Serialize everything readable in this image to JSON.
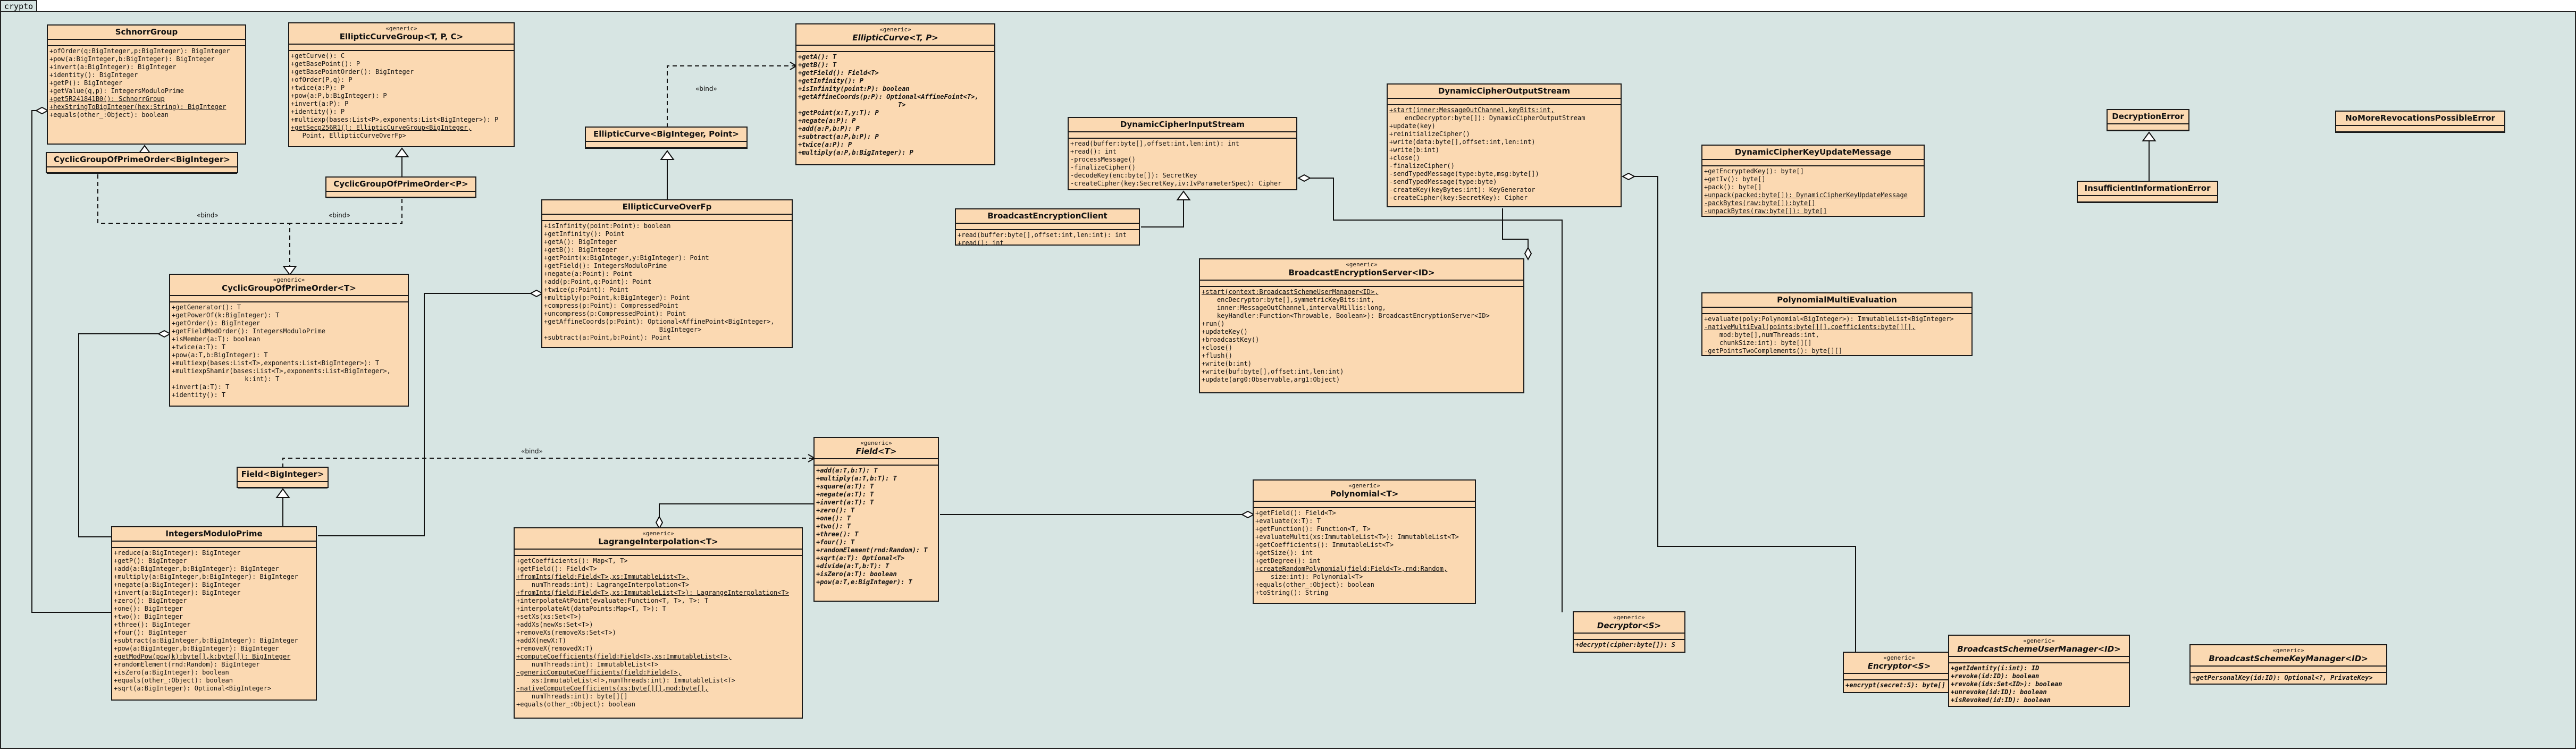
{
  "package": {
    "label": "crypto"
  },
  "edge_label": "«bind»",
  "classes": {
    "schnorr": {
      "stereo": "",
      "name": "SchnorrGroup",
      "attrs": [],
      "ops": [
        "+ofOrder(q:BigInteger,p:BigInteger): BigInteger",
        "+pow(a:BigInteger,b:BigInteger): BigInteger",
        "+invert(a:BigInteger): BigInteger",
        "+identity(): BigInteger",
        "+getP(): BigInteger",
        "+getValue(q,p): IntegersModuloPrime",
        "+get5R241841B0(): SchnorrGroup",
        "+hexStringToBigInteger(hex:String): BigInteger",
        "+equals(other_:Object): boolean"
      ]
    },
    "cgopo_big": {
      "stereo": "",
      "name": "CyclicGroupOfPrimeOrder<BigInteger>",
      "attrs": [],
      "ops": []
    },
    "ecgroup": {
      "stereo": "«generic»",
      "name": "EllipticCurveGroup<T, P, C>",
      "attrs": [],
      "ops": [
        "+getCurve(): C",
        "+getBasePoint(): P",
        "+getBasePointOrder(): BigInteger",
        "+ofOrder(P,q): P",
        "+twice(a:P): P",
        "+pow(a:P,b:BigInteger): P",
        "+invert(a:P): P",
        "+identity(): P",
        "+multiexp(bases:List<P>,exponents:List<BigInteger>): P",
        "+getSecp256R1(): EllipticCurveGroup<BigInteger,",
        "   Point, EllipticCurveOverFp>"
      ]
    },
    "cgopo_p": {
      "stereo": "",
      "name": "CyclicGroupOfPrimeOrder<P>",
      "attrs": [],
      "ops": []
    },
    "ec_abs": {
      "stereo": "«generic»",
      "name": "EllipticCurve<T, P>",
      "attrs": [],
      "ops": [
        "+getA(): T",
        "+getB(): T",
        "+getField(): Field<T>",
        "+getInfinity(): P",
        "+isInfinity(point:P): boolean",
        "+getAffineCoords(p:P): Optional<AffineFoint<T>,",
        "                          T>",
        "+getPoint(x:T,y:T): P",
        "+negate(a:P): P",
        "+add(a:P,b:P): P",
        "+subtract(a:P,b:P): P",
        "+twice(a:P): P",
        "+multiply(a:P,b:BigInteger): P"
      ]
    },
    "ec_bp": {
      "stereo": "",
      "name": "EllipticCurve<BigInteger, Point>",
      "attrs": [],
      "ops": []
    },
    "ecfp": {
      "stereo": "",
      "name": "EllipticCurveOverFp",
      "attrs": [],
      "ops": [
        "+isInfinity(point:Point): boolean",
        "+getInfinity(): Point",
        "+getA(): BigInteger",
        "+getB(): BigInteger",
        "+getPoint(x:BigInteger,y:BigInteger): Point",
        "+getField(): IntegersModuloPrime",
        "+negate(a:Point): Point",
        "+add(p:Point,q:Point): Point",
        "+twice(p:Point): Point",
        "+multiply(p:Point,k:BigInteger): Point",
        "+compress(p:Point): CompressedPoint",
        "+uncompress(p:CompressedPoint): Point",
        "+getAffineCoords(p:Point): Optional<AffinePoint<BigInteger>,",
        "                              BigInteger>",
        "+subtract(a:Point,b:Point): Point"
      ]
    },
    "cgopo_t": {
      "stereo": "«generic»",
      "name": "CyclicGroupOfPrimeOrder<T>",
      "attrs": [],
      "ops": [
        "+getGenerator(): T",
        "+getPowerOf(k:BigInteger): T",
        "+getOrder(): BigInteger",
        "+getFieldModOrder(): IntegersModuloPrime",
        "+isMember(a:T): boolean",
        "+twice(a:T): T",
        "+pow(a:T,b:BigInteger): T",
        "+multiexp(bases:List<T>,exponents:List<BigInteger>): T",
        "+multiexpShamir(bases:List<T>,exponents:List<BigInteger>,",
        "                   k:int): T",
        "+invert(a:T): T",
        "+identity(): T"
      ]
    },
    "field_big": {
      "stereo": "",
      "name": "Field<BigInteger>",
      "attrs": [],
      "ops": []
    },
    "imp": {
      "stereo": "",
      "name": "IntegersModuloPrime",
      "attrs": [],
      "ops": [
        "+reduce(a:BigInteger): BigInteger",
        "+getP(): BigInteger",
        "+add(a:BigInteger,b:BigInteger): BigInteger",
        "+multiply(a:BigInteger,b:BigInteger): BigInteger",
        "+negate(a:BigInteger): BigInteger",
        "+invert(a:BigInteger): BigInteger",
        "+zero(): BigInteger",
        "+one(): BigInteger",
        "+two(): BigInteger",
        "+three(): BigInteger",
        "+four(): BigInteger",
        "+subtract(a:BigInteger,b:BigInteger): BigInteger",
        "+pow(a:BigInteger,b:BigInteger): BigInteger",
        "+getModPow(pow(k):byte[],k:byte[]): BigInteger",
        "+randomElement(rnd:Random): BigInteger",
        "+isZero(a:BigInteger): boolean",
        "+equals(other_:Object): boolean",
        "+sqrt(a:BigInteger): Optional<BigInteger>"
      ]
    },
    "field_t": {
      "stereo": "«generic»",
      "name": "Field<T>",
      "attrs": [],
      "ops": [
        "+add(a:T,b:T): T",
        "+multiply(a:T,b:T): T",
        "+square(a:T): T",
        "+negate(a:T): T",
        "+invert(a:T): T",
        "+zero(): T",
        "+one(): T",
        "+two(): T",
        "+three(): T",
        "+four(): T",
        "+randomElement(rnd:Random): T",
        "+sqrt(a:T): Optional<T>",
        "+divide(a:T,b:T): T",
        "+isZero(a:T): boolean",
        "+pow(a:T,e:BigInteger): T"
      ]
    },
    "lagrange": {
      "stereo": "«generic»",
      "name": "LagrangeInterpolation<T>",
      "attrs": [],
      "ops": [
        "+getCoefficients(): Map<T, T>",
        "+getField(): Field<T>",
        "+fromInts(field:Field<T>,xs:ImmutableList<T>,",
        "    numThreads:int): LagrangeInterpolation<T>",
        "+fromInts(field:Field<T>,xs:ImmutableList<T>): LagrangeInterpolation<T>",
        "+interpolateAtPoint(evaluate:Function<T, T>, T>: T",
        "+interpolateAt(dataPoints:Map<T, T>): T",
        "+setXs(xs:Set<T>)",
        "+addXs(newXs:Set<T>)",
        "+removeXs(removeXs:Set<T>)",
        "+addX(newX:T)",
        "+removeX(removedX:T)",
        "+computeCoefficients(field:Field<T>,xs:ImmutableList<T>,",
        "    numThreads:int): ImmutableList<T>",
        "-genericComputeCoefficients(field:Field<T>,",
        "    xs:ImmutableList<T>,numThreads:int): ImmutableList<T>",
        "-nativeComputeCoefficients(xs:byte[][],mod:byte[],",
        "    numThreads:int): byte[][]",
        "+equals(other_:Object): boolean"
      ]
    },
    "polynomial": {
      "stereo": "«generic»",
      "name": "Polynomial<T>",
      "attrs": [],
      "ops": [
        "+getField(): Field<T>",
        "+evaluate(x:T): T",
        "+getFunction(): Function<T, T>",
        "+evaluateMulti(xs:ImmutableList<T>): ImmutableList<T>",
        "+getCoefficients(): ImmutableList<T>",
        "+getSize(): int",
        "+getDegree(): int",
        "+createRandomPolynomial(field:Field<T>,rnd:Random,",
        "    size:int): Polynomial<T>",
        "+equals(other_:Object): boolean",
        "+toString(): String"
      ]
    },
    "dcis": {
      "stereo": "",
      "name": "DynamicCipherInputStream",
      "attrs": [],
      "ops": [
        "+read(buffer:byte[],offset:int,len:int): int",
        "+read(): int",
        "-processMessage()",
        "-finalizeCipher()",
        "-decodeKey(enc:byte[]): SecretKey",
        "-createCipher(key:SecretKey,iv:IvParameterSpec): Cipher"
      ]
    },
    "bec": {
      "stereo": "",
      "name": "BroadcastEncryptionClient",
      "attrs": [],
      "ops": [
        "+read(buffer:byte[],offset:int,len:int): int",
        "+read(): int"
      ]
    },
    "dcos": {
      "stereo": "",
      "name": "DynamicCipherOutputStream",
      "attrs": [],
      "ops": [
        "+start(inner:MessageOutChannel,keyBits:int,",
        "    encDecryptor:byte[]): DynamicCipherOutputStream",
        "+update(key)",
        "+reinitializeCipher()",
        "+write(data:byte[],offset:int,len:int)",
        "+write(b:int)",
        "+close()",
        "-finalizeCipher()",
        "-sendTypedMessage(type:byte,msg:byte[])",
        "-sendTypedMessage(type:byte)",
        "-createKey(keyBytes:int): KeyGenerator",
        "-createCipher(key:SecretKey): Cipher"
      ]
    },
    "bes": {
      "stereo": "«generic»",
      "name": "BroadcastEncryptionServer<ID>",
      "attrs": [],
      "ops": [
        "+start(context:BroadcastSchemeUserManager<ID>,",
        "    encDecryptor:byte[],symmetricKeyBits:int,",
        "    inner:MessageOutChannel,intervalMillis:long,",
        "    keyHandler:Function<Throwable, Boolean>): BroadcastEncryptionServer<ID>",
        "+run()",
        "+updateKey()",
        "+broadcastKey()",
        "+close()",
        "+flush()",
        "+write(b:int)",
        "+write(buf:byte[],offset:int,len:int)",
        "+update(arg0:Observable,arg1:Object)"
      ]
    },
    "dckum": {
      "stereo": "",
      "name": "DynamicCipherKeyUpdateMessage",
      "attrs": [],
      "ops": [
        "+getEncryptedKey(): byte[]",
        "+getIv(): byte[]",
        "+pack(): byte[]",
        "+unpack(packed:byte[]): DynamicCipherKeyUpdateMessage",
        "-packBytes(raw:byte[]):byte[]",
        "-unpackBytes(raw:byte[]): byte[]"
      ]
    },
    "decerr": {
      "stereo": "",
      "name": "DecryptionError",
      "attrs": [],
      "ops": []
    },
    "insuf": {
      "stereo": "",
      "name": "InsufficientInformationError",
      "attrs": [],
      "ops": []
    },
    "nmrpe": {
      "stereo": "",
      "name": "NoMoreRevocationsPossibleError",
      "attrs": [],
      "ops": []
    },
    "pme": {
      "stereo": "",
      "name": "PolynomialMultiEvaluation",
      "attrs": [],
      "ops": [
        "+evaluate(poly:Polynomial<BigInteger>): ImmutableList<BigInteger>",
        "-nativeMultiEval(points:byte[][],coefficients:byte[][],",
        "    mod:byte[],numThreads:int,",
        "    chunkSize:int): byte[][]",
        "-getPointsTwoComplements(): byte[][]"
      ]
    },
    "decryptor": {
      "stereo": "«generic»",
      "name": "Decryptor<S>",
      "attrs": [],
      "ops": [
        "+decrypt(cipher:byte[]): S"
      ]
    },
    "encryptor": {
      "stereo": "«generic»",
      "name": "Encryptor<S>",
      "attrs": [],
      "ops": [
        "+encrypt(secret:S): byte[]"
      ]
    },
    "bsum": {
      "stereo": "«generic»",
      "name": "BroadcastSchemeUserManager<ID>",
      "attrs": [],
      "ops": [
        "+getIdentity(i:int): ID",
        "+revoke(id:ID): boolean",
        "+revoke(ids:Set<ID>): boolean",
        "+unrevoke(id:ID): boolean",
        "+isRevoked(id:ID): boolean"
      ]
    },
    "bskm": {
      "stereo": "«generic»",
      "name": "BroadcastSchemeKeyManager<ID>",
      "attrs": [],
      "ops": [
        "+getPersonalKey(id:ID): Optional<?, PrivateKey>"
      ]
    }
  }
}
